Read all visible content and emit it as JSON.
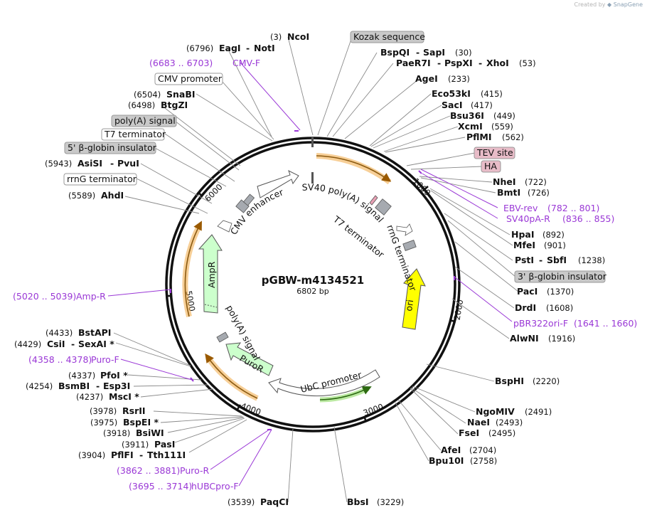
{
  "credit": {
    "created_by": "Created by",
    "app": "SnapGene"
  },
  "plasmid": {
    "name": "pGBW-m4134521",
    "length": "6802 bp"
  },
  "ticks": [
    "1000",
    "2000",
    "3000",
    "4000",
    "5000",
    "6000"
  ],
  "sites_right": [
    {
      "pos": "(3)",
      "name": "NcoI"
    },
    {
      "name": "BspQI",
      "sep": "-",
      "name2": "SapI",
      "pos": "(30)"
    },
    {
      "name": "PaeR7I",
      "sep": "-",
      "name2": "PspXI",
      "sep2": "-",
      "name3": "XhoI",
      "pos": "(53)"
    },
    {
      "name": "AgeI",
      "pos": "(233)"
    },
    {
      "name": "Eco53kI",
      "pos": "(415)"
    },
    {
      "name": "SacI",
      "pos": "(417)"
    },
    {
      "name": "Bsu36I",
      "pos": "(449)"
    },
    {
      "name": "XcmI",
      "pos": "(559)"
    },
    {
      "name": "PflMI",
      "pos": "(562)"
    },
    {
      "name": "NheI",
      "pos": "(722)"
    },
    {
      "name": "BmtI",
      "pos": "(726)"
    },
    {
      "name": "HpaI",
      "pos": "(892)"
    },
    {
      "name": "MfeI",
      "pos": "(901)"
    },
    {
      "name": "PstI",
      "sep": "-",
      "name2": "SbfI",
      "pos": "(1238)"
    },
    {
      "name": "PacI",
      "pos": "(1370)"
    },
    {
      "name": "DrdI",
      "pos": "(1608)"
    },
    {
      "name": "AlwNI",
      "pos": "(1916)"
    },
    {
      "name": "BspHI",
      "pos": "(2220)"
    },
    {
      "name": "NgoMIV",
      "pos": "(2491)"
    },
    {
      "name": "NaeI",
      "pos": "(2493)"
    },
    {
      "name": "FseI",
      "pos": "(2495)"
    },
    {
      "name": "AfeI",
      "pos": "(2704)"
    },
    {
      "name": "Bpu10I",
      "pos": "(2758)"
    },
    {
      "name": "BbsI",
      "pos": "(3229)"
    }
  ],
  "sites_left": [
    {
      "pos": "(6796)",
      "name": "EagI",
      "sep": "-",
      "name2": "NotI"
    },
    {
      "pos": "(6504)",
      "name": "SnaBI"
    },
    {
      "pos": "(6498)",
      "name": "BtgZI"
    },
    {
      "pos": "(5943)",
      "name": "AsiSI",
      "sep": "-",
      "name2": "PvuI"
    },
    {
      "pos": "(5589)",
      "name": "AhdI"
    },
    {
      "pos": "(4433)",
      "name": "BstAPI"
    },
    {
      "pos": "(4429)",
      "name": "CsiI",
      "sep": "-",
      "name2": "SexAI *"
    },
    {
      "pos": "(4337)",
      "name": "PfoI *"
    },
    {
      "pos": "(4254)",
      "name": "BsmBI",
      "sep": "-",
      "name2": "Esp3I"
    },
    {
      "pos": "(4237)",
      "name": "MscI *"
    },
    {
      "pos": "(3978)",
      "name": "RsrII"
    },
    {
      "pos": "(3975)",
      "name": "BspEI *"
    },
    {
      "pos": "(3918)",
      "name": "BsiWI"
    },
    {
      "pos": "(3911)",
      "name": "PasI"
    },
    {
      "pos": "(3904)",
      "name": "PflFI",
      "sep": "-",
      "name2": "Tth111I"
    },
    {
      "pos": "(3539)",
      "name": "PaqCI"
    }
  ],
  "primers": [
    {
      "range": "(6683 .. 6703)",
      "name": "CMV-F"
    },
    {
      "range": "",
      "name": "EBV-rev",
      "range2": "(782 .. 801)"
    },
    {
      "range": "",
      "name": "SV40pA-R",
      "range2": "(836 .. 855)"
    },
    {
      "range": "",
      "name": "pBR322ori-F",
      "range2": "(1641 .. 1660)"
    },
    {
      "range": "(5020 .. 5039)",
      "name": "Amp-R"
    },
    {
      "range": "(4358 .. 4378)",
      "name": "Puro-F"
    },
    {
      "range": "(3862 .. 3881)",
      "name": "Puro-R"
    },
    {
      "range": "(3695 .. 3714)",
      "name": "hUBCpro-F"
    }
  ],
  "boxed_labels": [
    {
      "text": "Kozak sequence",
      "style": "gray"
    },
    {
      "text": "CMV promoter",
      "style": "white"
    },
    {
      "text": "poly(A) signal",
      "style": "gray"
    },
    {
      "text": "T7 terminator",
      "style": "white"
    },
    {
      "text": "5' β-globin insulator",
      "style": "gray"
    },
    {
      "text": "rrnG terminator",
      "style": "white"
    },
    {
      "text": "TEV site",
      "style": "pink"
    },
    {
      "text": "HA",
      "style": "pink"
    },
    {
      "text": "3' β-globin insulator",
      "style": "gray"
    }
  ],
  "inner_labels": {
    "cmv_enhancer": "CMV enhancer",
    "sv40_polya": "SV40 poly(A) signal",
    "t7_terminator": "T7 terminator",
    "rrng_terminator": "rrnG terminator",
    "ori": "ori",
    "ampr": "AmpR",
    "polya": "poly(A) signal",
    "puror": "PuroR",
    "ubc": "UbC promoter"
  },
  "colors": {
    "primer": "#9a38d6",
    "ori": "#ffff00",
    "resistance": "#ccffcc",
    "orf_orange": "#f0a030",
    "ubc_green": "#44aa22",
    "gray_box": "#c9c9c9",
    "pink_box": "#e8bcc8"
  }
}
